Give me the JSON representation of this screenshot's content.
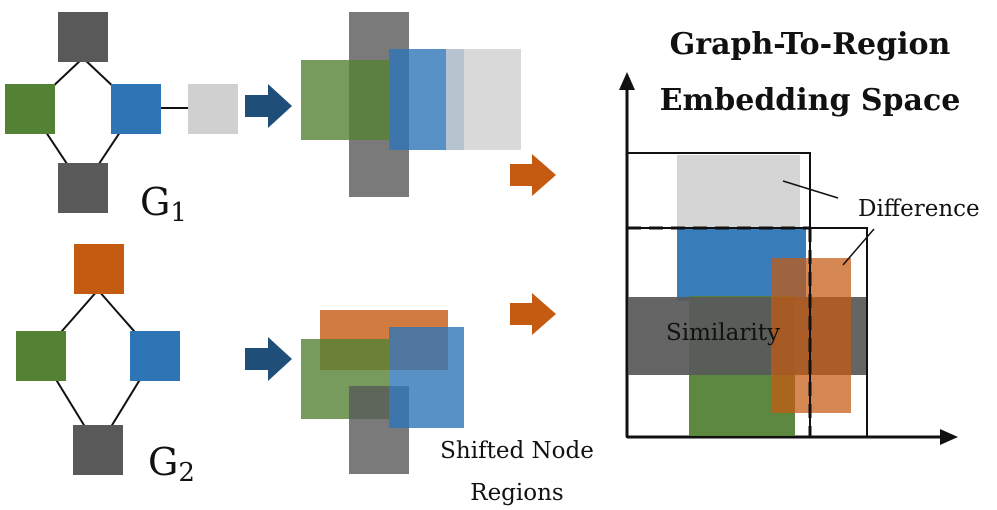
{
  "graph1": {
    "label_main": "G",
    "label_sub": "1"
  },
  "graph2": {
    "label_main": "G",
    "label_sub": "2"
  },
  "shifted_caption": {
    "line1": "Shifted Node",
    "line2": "Regions"
  },
  "embedding": {
    "title_line1": "Graph-To-Region",
    "title_line2": "Embedding Space",
    "difference_label": "Difference",
    "similarity_label": "Similarity"
  },
  "colors": {
    "dark_gray": "#595959",
    "green": "#548235",
    "blue": "#2e75b6",
    "light_gray": "#d0d0d0",
    "orange": "#c55a11",
    "arrow_navy": "#1f4e79",
    "arrow_orange": "#c55a11"
  }
}
